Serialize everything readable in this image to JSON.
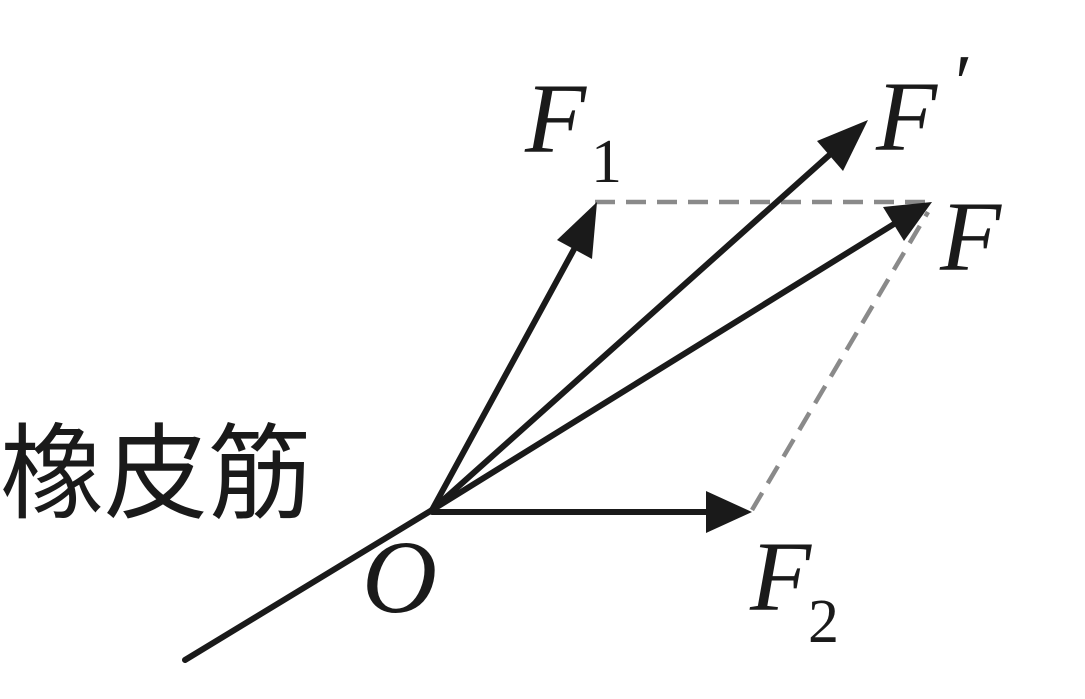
{
  "labels": {
    "rubber_band": "橡皮筋",
    "origin": "O",
    "f1_main": "F",
    "f1_sub": "1",
    "f2_main": "F",
    "f2_sub": "2",
    "f_resultant": "F",
    "f_prime_main": "F",
    "f_prime_mark": "′"
  },
  "colors": {
    "vector": "#1a1a1a",
    "construction_dashes": "#8a8a8a",
    "background": "#ffffff"
  }
}
